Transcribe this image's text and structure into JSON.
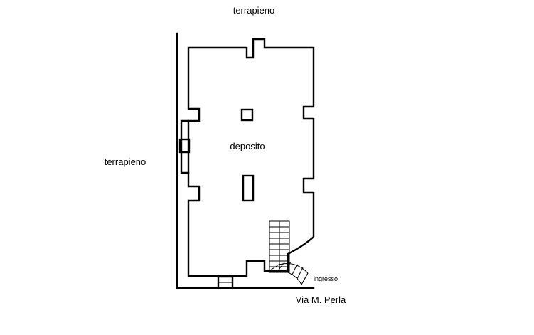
{
  "labels": {
    "top": "terrapieno",
    "left": "terrapieno",
    "room": "deposito",
    "entrance": "ingresso",
    "street": "Via M. Perla"
  }
}
